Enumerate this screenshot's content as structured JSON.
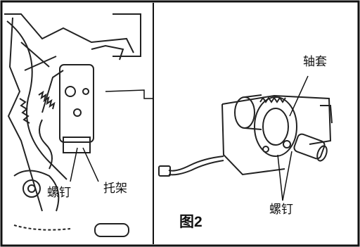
{
  "labels": {
    "screw_left": "螺钉",
    "bracket": "托架",
    "bushing": "轴套",
    "screw_right": "螺钉",
    "figure_number": "图2"
  }
}
